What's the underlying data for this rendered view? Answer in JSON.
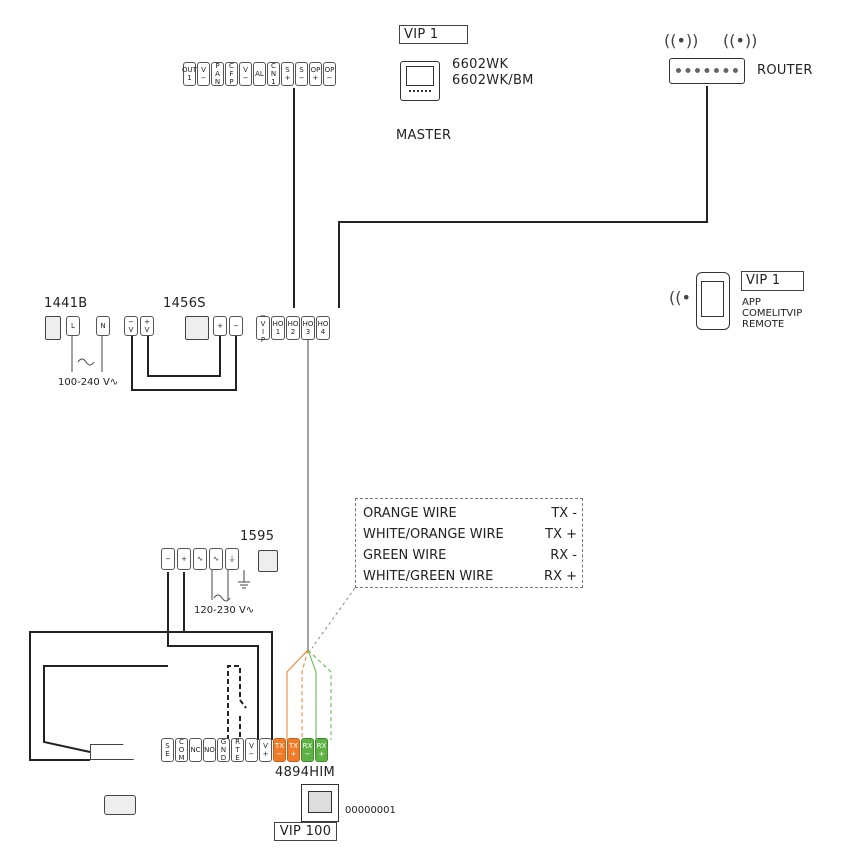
{
  "devices": {
    "master_badge": "VIP 1",
    "master_model_1": "6602WK",
    "master_model_2": "6602WK/BM",
    "master_role": "MASTER",
    "router": "ROUTER",
    "psu_1441b": "1441B",
    "psu_1456s": "1456S",
    "supply_main": "100-240 V∿",
    "psu_1595": "1595",
    "supply_1595": "120-230 V∿",
    "app_badge": "VIP 1",
    "app_line1": "APP",
    "app_line2": "COMELITVIP",
    "app_line3": "REMOTE",
    "door_unit": "4894HIM",
    "door_badge": "VIP 100",
    "door_code": "00000001"
  },
  "legend": {
    "rows": [
      {
        "wire": "ORANGE WIRE",
        "signal": "TX -"
      },
      {
        "wire": "WHITE/ORANGE WIRE",
        "signal": "TX +"
      },
      {
        "wire": "GREEN WIRE",
        "signal": "RX -"
      },
      {
        "wire": "WHITE/GREEN WIRE",
        "signal": "RX +"
      }
    ]
  },
  "terminals": {
    "master": [
      "OUT\n1",
      "V\n−",
      "P\nA\nN",
      "C\nF\nP",
      "V\n−",
      "AL",
      "C\nN\n1",
      "S\n+",
      "S\n−",
      "OP\n+",
      "OP\n−"
    ],
    "psu_a": [
      "L",
      "N"
    ],
    "psu_b": [
      "−\nV",
      "+\nV"
    ],
    "psu_c": [
      "+",
      "−"
    ],
    "hub": [
      "−\nV\nI\nP",
      "HO\n1",
      "HO\n2",
      "HO\n3",
      "HO\n4"
    ],
    "psu_1595": [
      "−",
      "+",
      "∿",
      "∿",
      "⏚"
    ],
    "door": [
      "S\nE",
      "C\nO\nM",
      "NC",
      "NO",
      "G\nN\nD",
      "R\nT\nE",
      "V\n−",
      "V\n+",
      "TX\n−",
      "TX\n+",
      "RX\n−",
      "RX\n+"
    ]
  },
  "colors": {
    "orange": "#f07c2a",
    "green": "#5fb344",
    "wire": "#222222"
  }
}
